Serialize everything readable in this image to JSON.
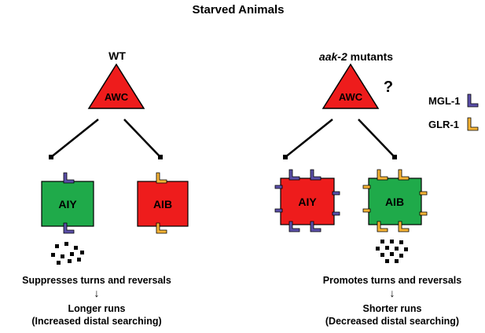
{
  "title": "Starved Animals",
  "legend": {
    "mgl1": {
      "label": "MGL-1",
      "color": "#5b4fa8"
    },
    "glr1": {
      "label": "GLR-1",
      "color": "#f5b335"
    }
  },
  "colors": {
    "red": "#ee1c1c",
    "green": "#1faa4a",
    "line": "#000000"
  },
  "left": {
    "header": "WT",
    "awc": "AWC",
    "aiy": "AIY",
    "aib": "AIB",
    "effect": "Suppresses turns and reversals",
    "arrow": "↓",
    "result_line1": "Longer runs",
    "result_line2": "(Increased distal searching)"
  },
  "right": {
    "header_italic": "aak-2",
    "header_rest": " mutants",
    "question": "?",
    "awc": "AWC",
    "aiy": "AIY",
    "aib": "AIB",
    "effect": "Promotes turns and reversals",
    "arrow": "↓",
    "result_line1": "Shorter runs",
    "result_line2": "(Decreased distal searching)"
  }
}
